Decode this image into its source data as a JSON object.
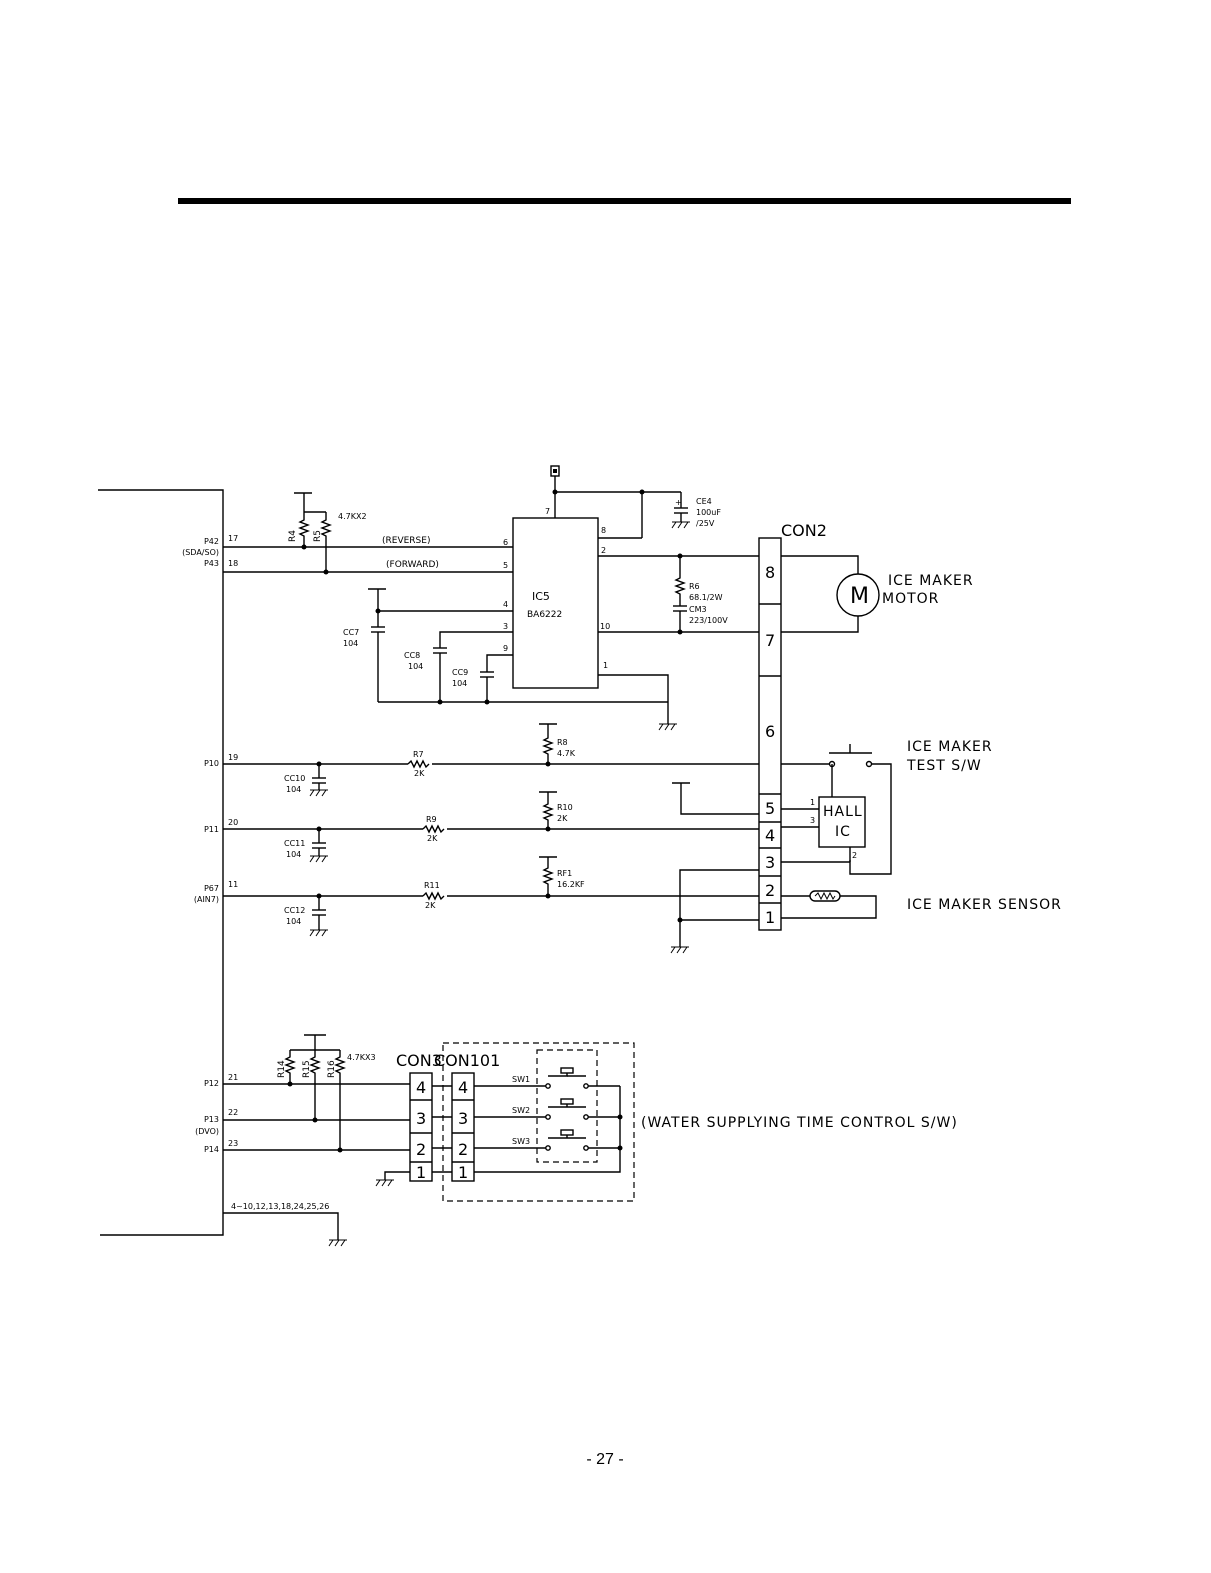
{
  "mcu": {
    "pins": [
      {
        "name": "P42",
        "num": "17"
      },
      {
        "name": "(SDA/SO)"
      },
      {
        "name": "P43",
        "num": "18"
      },
      {
        "name": "P10",
        "num": "19"
      },
      {
        "name": "P11",
        "num": "20"
      },
      {
        "name": "P67",
        "num": "11"
      },
      {
        "name": "(AIN7)"
      },
      {
        "name": "P12",
        "num": "21"
      },
      {
        "name": "P13",
        "num": "22"
      },
      {
        "name": "(DVO)"
      },
      {
        "name": "P14",
        "num": "23"
      }
    ],
    "ground_pins": "4~10,12,13,18,24,25,26"
  },
  "signals": {
    "reverse": "(REVERSE)",
    "forward": "(FORWARD)"
  },
  "ic5": {
    "name": "IC5",
    "part": "BA6222",
    "pins": {
      "p7": "7",
      "p8": "8",
      "p2": "2",
      "p6": "6",
      "p5": "5",
      "p4": "4",
      "p3": "3",
      "p9": "9",
      "p10": "10",
      "p1": "1"
    }
  },
  "components": {
    "r4": "R4",
    "r5": "R5",
    "r45_value": "4.7KX2",
    "ce4": "CE4",
    "ce4_value1": "100uF",
    "ce4_value2": "/25V",
    "r6": "R6",
    "r6_value": "68.1/2W",
    "cm3": "CM3",
    "cm3_value": "223/100V",
    "cc7": "CC7",
    "cc7_value": "104",
    "cc8": "CC8",
    "cc8_value": "104",
    "cc9": "CC9",
    "cc9_value": "104",
    "r7": "R7",
    "r7_value": "2K",
    "r8": "R8",
    "r8_value": "4.7K",
    "r9": "R9",
    "r9_value": "2K",
    "r10": "R10",
    "r10_value": "2K",
    "r11": "R11",
    "r11_value": "2K",
    "rf1": "RF1",
    "rf1_value": "16.2KF",
    "cc10": "CC10",
    "cc10_value": "104",
    "cc11": "CC11",
    "cc11_value": "104",
    "cc12": "CC12",
    "cc12_value": "104",
    "r14": "R14",
    "r15": "R15",
    "r16": "R16",
    "r1416_value": "4.7KX3"
  },
  "con2": {
    "label": "CON2",
    "pins": [
      "8",
      "7",
      "6",
      "5",
      "4",
      "3",
      "2",
      "1"
    ]
  },
  "motor": {
    "symbol": "M",
    "label1": "ICE MAKER",
    "label2": "MOTOR"
  },
  "test_switch": {
    "label1": "ICE MAKER",
    "label2": "TEST S/W"
  },
  "hall_ic": {
    "label1": "HALL",
    "label2": "IC",
    "pin1": "1",
    "pin3": "3",
    "pin2": "2"
  },
  "sensor": {
    "label": "ICE MAKER SENSOR"
  },
  "con3": {
    "label": "CON3",
    "pins": [
      "4",
      "3",
      "2",
      "1"
    ]
  },
  "con101": {
    "label": "CON101",
    "pins": [
      "4",
      "3",
      "2",
      "1"
    ]
  },
  "switches": [
    "SW1",
    "SW2",
    "SW3"
  ],
  "water_control": {
    "label": "(WATER SUPPLYING TIME CONTROL S/W)"
  },
  "page_number": "- 27 -"
}
